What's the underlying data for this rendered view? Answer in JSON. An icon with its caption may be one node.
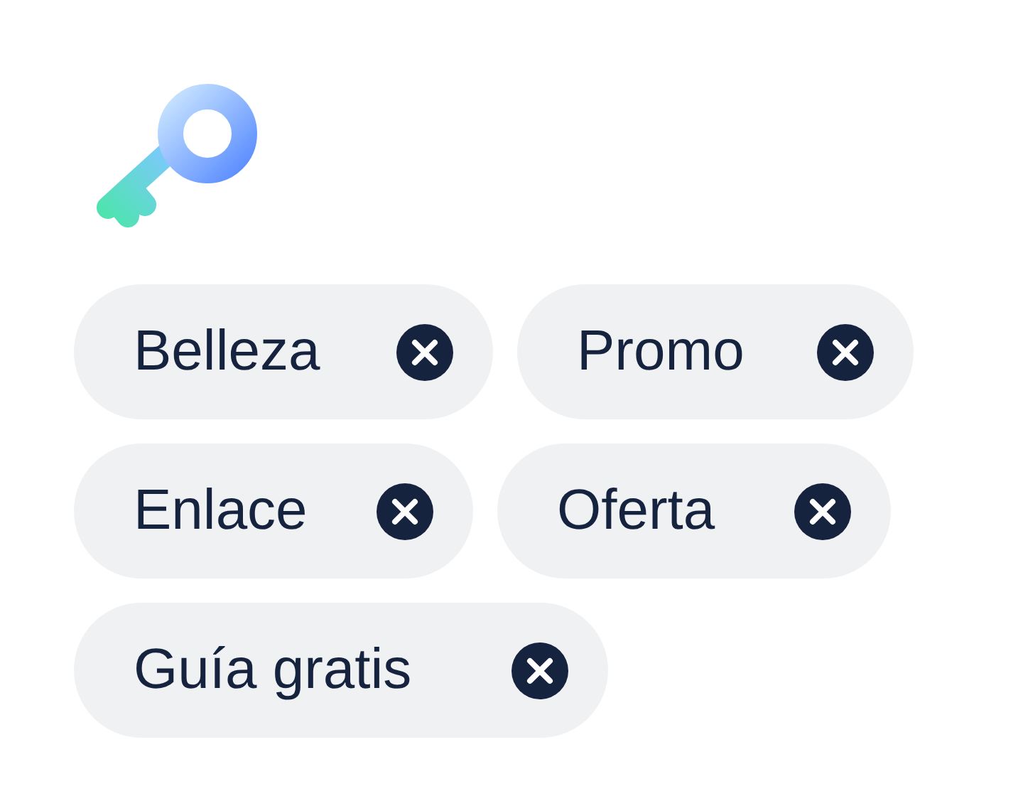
{
  "diagram": {
    "nodes": [
      {
        "text": [
          "Belleza"
        ]
      },
      {
        "text": [
          "Promo"
        ]
      },
      {
        "text": [
          "Enlace"
        ]
      },
      {
        "text": [
          "Oferta"
        ]
      },
      {
        "text": [
          "Guía gratis"
        ]
      }
    ]
  }
}
